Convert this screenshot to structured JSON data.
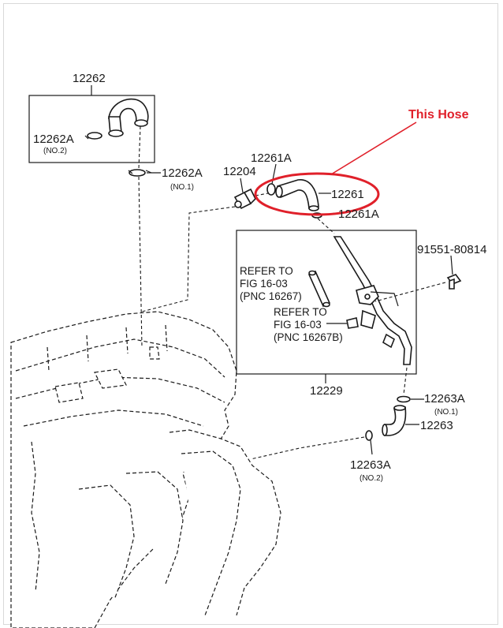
{
  "colors": {
    "callout": "#e0202a",
    "ink": "#1a1a1a"
  },
  "callout": {
    "text": "This Hose"
  },
  "labels": {
    "p12262": "12262",
    "p12262a_box": "12262A",
    "p12262a_box_sub": "(NO.2)",
    "p12262a": "12262A",
    "p12262a_sub": "(NO.1)",
    "p12261a_top": "12261A",
    "p12204": "12204",
    "p12261": "12261",
    "p12261a_bot": "12261A",
    "p91551": "91551-80814",
    "p12229": "12229",
    "p12263a_top": "12263A",
    "p12263a_top_sub": "(NO.1)",
    "p12263": "12263",
    "p12263a_bot": "12263A",
    "p12263a_bot_sub": "(NO.2)"
  },
  "refer1": {
    "line1": "REFER TO",
    "line2": "FIG 16-03",
    "line3": "(PNC 16267)"
  },
  "refer2": {
    "line1": "REFER TO",
    "line2": "FIG 16-03",
    "line3": "(PNC 16267B)"
  }
}
